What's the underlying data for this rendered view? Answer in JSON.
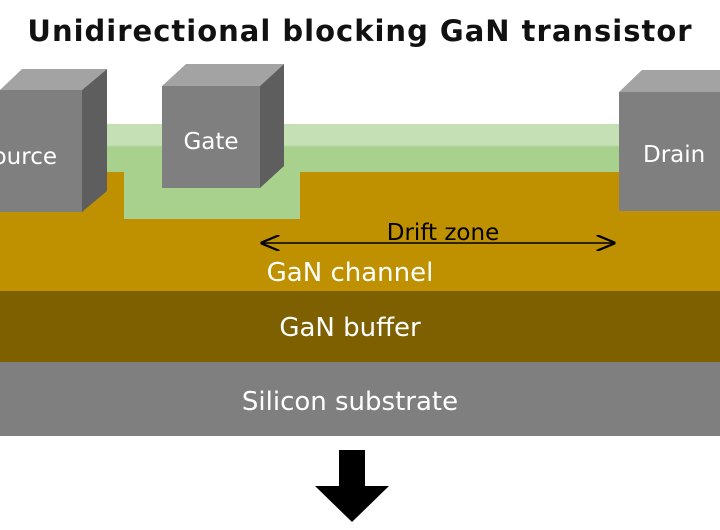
{
  "title": "Unidirectional blocking GaN transistor",
  "labels": {
    "source": "Source",
    "gate": "Gate",
    "drain": "Drain",
    "drift_zone": "Drift zone",
    "gan_channel": "GaN channel",
    "gan_buffer": "GaN buffer",
    "silicon_substrate": "Silicon substrate"
  },
  "colors": {
    "contact_front": "#7f7f7f",
    "contact_top": "#a3a3a3",
    "contact_side": "#5e5e5e",
    "barrier": "#a9d18e",
    "barrier_top": "#c5e0b4",
    "channel": "#bf9000",
    "buffer": "#7f6000",
    "substrate": "#7f7f7f",
    "label_light": "#ffffff",
    "label_dark": "#000000"
  },
  "icons": {
    "down_arrow": "down-arrow-icon"
  }
}
